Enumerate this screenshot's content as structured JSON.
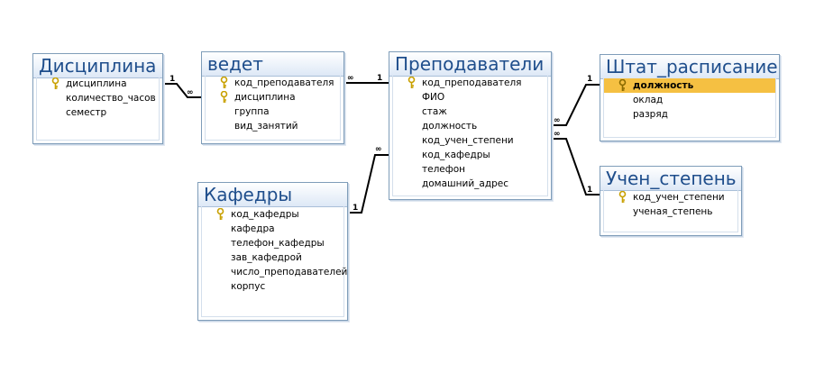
{
  "tables": {
    "discipline": {
      "title": "Дисциплина",
      "fields": [
        "дисциплина",
        "количество_часов",
        "семестр"
      ]
    },
    "vedet": {
      "title": "ведет",
      "fields": [
        "код_преподавателя",
        "дисциплина",
        "группа",
        "вид_занятий"
      ]
    },
    "teachers": {
      "title": "Преподаватели",
      "fields": [
        "код_преподавателя",
        "ФИО",
        "стаж",
        "должность",
        "код_учен_степени",
        "код_кафедры",
        "телефон",
        "домашний_адрес"
      ]
    },
    "staff": {
      "title": "Штат_расписание",
      "fields": [
        "должность",
        "оклад",
        "разряд"
      ]
    },
    "departments": {
      "title": "Кафедры",
      "fields": [
        "код_кафедры",
        "кафедра",
        "телефон_кафедры",
        "зав_кафедрой",
        "число_преподавателей",
        "корпус"
      ]
    },
    "degree": {
      "title": "Учен_степень",
      "fields": [
        "код_учен_степени",
        "ученая_степень"
      ]
    }
  },
  "relationships": [
    {
      "from": "Дисциплина",
      "to": "ведет",
      "one": "1",
      "many": "∞"
    },
    {
      "from": "Преподаватели",
      "to": "ведет",
      "one": "1",
      "many": "∞"
    },
    {
      "from": "Кафедры",
      "to": "Преподаватели",
      "one": "1",
      "many": "∞"
    },
    {
      "from": "Штат_расписание",
      "to": "Преподаватели",
      "one": "1",
      "many": "∞"
    },
    {
      "from": "Учен_степень",
      "to": "Преподаватели",
      "one": "1",
      "many": "∞"
    }
  ],
  "colors": {
    "title": "#1f4e8c",
    "border": "#7f9db9",
    "selected": "#f5c042",
    "key": "#c8a000"
  }
}
